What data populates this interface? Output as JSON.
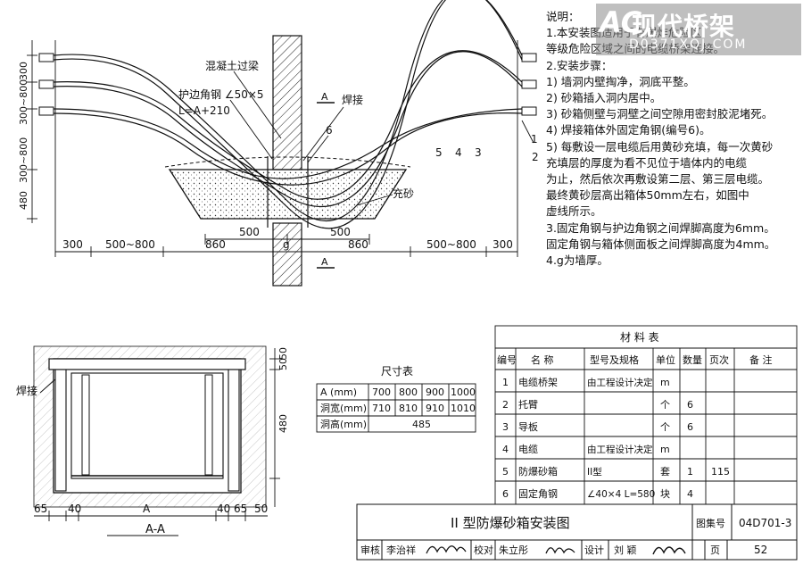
{
  "notes": {
    "heading": "说明：",
    "lines": [
      "1.本安装图适用于有爆炸危险区",
      "   等级危险区域之间的电缆桥架连接。",
      "2.安装步骤：",
      "   1)  墙洞内壁掏净，洞底平整。",
      "   2)  砂箱插入洞内居中。",
      "   3)  砂箱侧壁与洞壁之间空隙用密封胶泥堵死。",
      "   4)  焊接箱体外固定角钢(编号6)。",
      "   5)  每敷设一层电缆后用黄砂充填，每一次黄砂",
      "        充填层的厚度为看不见位于墙体内的电缆",
      "        为止，然后依次再敷设第二层、第三层电缆。",
      "        最终黄砂层高出箱体50mm左右，如图中",
      "        虚线所示。",
      "3.固定角钢与护边角钢之间焊脚高度为6mm。",
      "   固定角钢与箱体侧面板之间焊脚高度为4mm。",
      "4.g为墙厚。"
    ]
  },
  "watermark": {
    "mark": "AC",
    "title": "现代桥架",
    "url": "D0371XQJ.COM"
  },
  "elevation": {
    "labels": {
      "concrete_beam": "混凝土过梁",
      "edge_angle": "护边角钢 ∠50×5",
      "edge_angle_len": "L=A+210",
      "weld": "焊接",
      "section_mark": "A",
      "fill_sand": "充砂",
      "g": "g"
    },
    "callouts": [
      "1",
      "2",
      "3",
      "4",
      "5",
      "6"
    ],
    "left_dims": [
      "300",
      "300~800",
      "300~800",
      "480"
    ],
    "bottom_dims": [
      "300",
      "500~800",
      "860",
      "g",
      "860",
      "500~800",
      "300"
    ],
    "inner_dims": [
      "500",
      "500"
    ]
  },
  "section": {
    "title": "A-A",
    "weld": "焊接",
    "right_dims": [
      "50",
      "50",
      "480"
    ],
    "bottom_dims": [
      "65",
      "40",
      "A",
      "40",
      "65",
      "50"
    ]
  },
  "size_table": {
    "title": "尺寸表",
    "rows": [
      {
        "label": "A (mm)",
        "cells": [
          "700",
          "800",
          "900",
          "1000"
        ]
      },
      {
        "label": "洞宽(mm)",
        "cells": [
          "710",
          "810",
          "910",
          "1010"
        ]
      },
      {
        "label": "洞高(mm)",
        "cells": [
          "485"
        ]
      }
    ]
  },
  "material_table": {
    "title": "材  料  表",
    "headers": [
      "编号",
      "名  称",
      "型号及规格",
      "单位",
      "数量",
      "页次",
      "备  注"
    ],
    "rows": [
      [
        "1",
        "电缆桥架",
        "由工程设计决定",
        "m",
        "",
        "",
        ""
      ],
      [
        "2",
        "托臂",
        "",
        "个",
        "6",
        "",
        ""
      ],
      [
        "3",
        "导板",
        "",
        "个",
        "6",
        "",
        ""
      ],
      [
        "4",
        "电缆",
        "由工程设计决定",
        "m",
        "",
        "",
        ""
      ],
      [
        "5",
        "防爆砂箱",
        "II型",
        "套",
        "1",
        "115",
        ""
      ],
      [
        "6",
        "固定角钢",
        "∠40×4  L=580",
        "块",
        "4",
        "",
        ""
      ]
    ]
  },
  "title_block": {
    "drawing_title": "II  型防爆砂箱安装图",
    "atlas_label": "图集号",
    "atlas_no": "04D701-3",
    "review_label": "审核",
    "reviewer": "李治祥",
    "check_label": "校对",
    "checker": "朱立彤",
    "design_label": "设计",
    "designer": "刘  颖",
    "page_label": "页",
    "page_no": "52"
  }
}
